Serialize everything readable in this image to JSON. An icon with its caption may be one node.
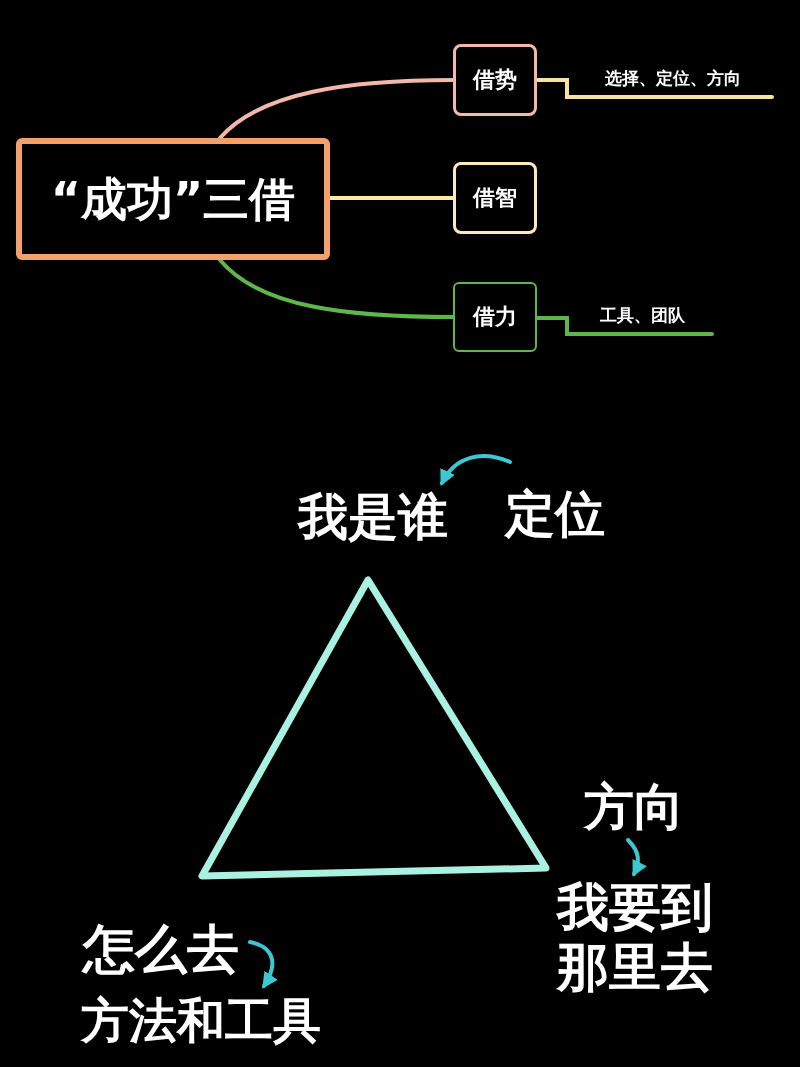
{
  "diagram": {
    "nodes": [
      {
        "text": [
          "“成功”三借"
        ]
      },
      {
        "text": [
          "借势"
        ]
      },
      {
        "text": [
          "借智"
        ]
      },
      {
        "text": [
          "借力"
        ]
      },
      {
        "text": [
          "选择、定位、方向"
        ]
      },
      {
        "text": [
          "工具、团队"
        ]
      },
      {
        "text": [
          "我是谁"
        ]
      },
      {
        "text": [
          "定位"
        ]
      },
      {
        "text": [
          "方向"
        ]
      },
      {
        "text": [
          "我要到那里去"
        ]
      },
      {
        "text": [
          "怎么去"
        ]
      },
      {
        "text": [
          "方法和工具"
        ]
      }
    ],
    "edges": [
      {
        "from": 0,
        "to": 1,
        "arrow": "none",
        "color": "#f4b8aa"
      },
      {
        "from": 0,
        "to": 2,
        "arrow": "none",
        "color": "#fde9a6"
      },
      {
        "from": 0,
        "to": 3,
        "arrow": "none",
        "color": "#5fb64a"
      },
      {
        "from": 1,
        "to": 4,
        "arrow": "none",
        "color": "#f6e3a0"
      },
      {
        "from": 3,
        "to": 5,
        "arrow": "none",
        "color": "#5fb64a"
      },
      {
        "from": 7,
        "to": 6,
        "arrow": "to",
        "color": "#3cc8d2"
      },
      {
        "from": 8,
        "to": 9,
        "arrow": "to",
        "color": "#3cc8d2"
      },
      {
        "from": 10,
        "to": 11,
        "arrow": "to",
        "color": "#3cc8d2"
      }
    ]
  }
}
